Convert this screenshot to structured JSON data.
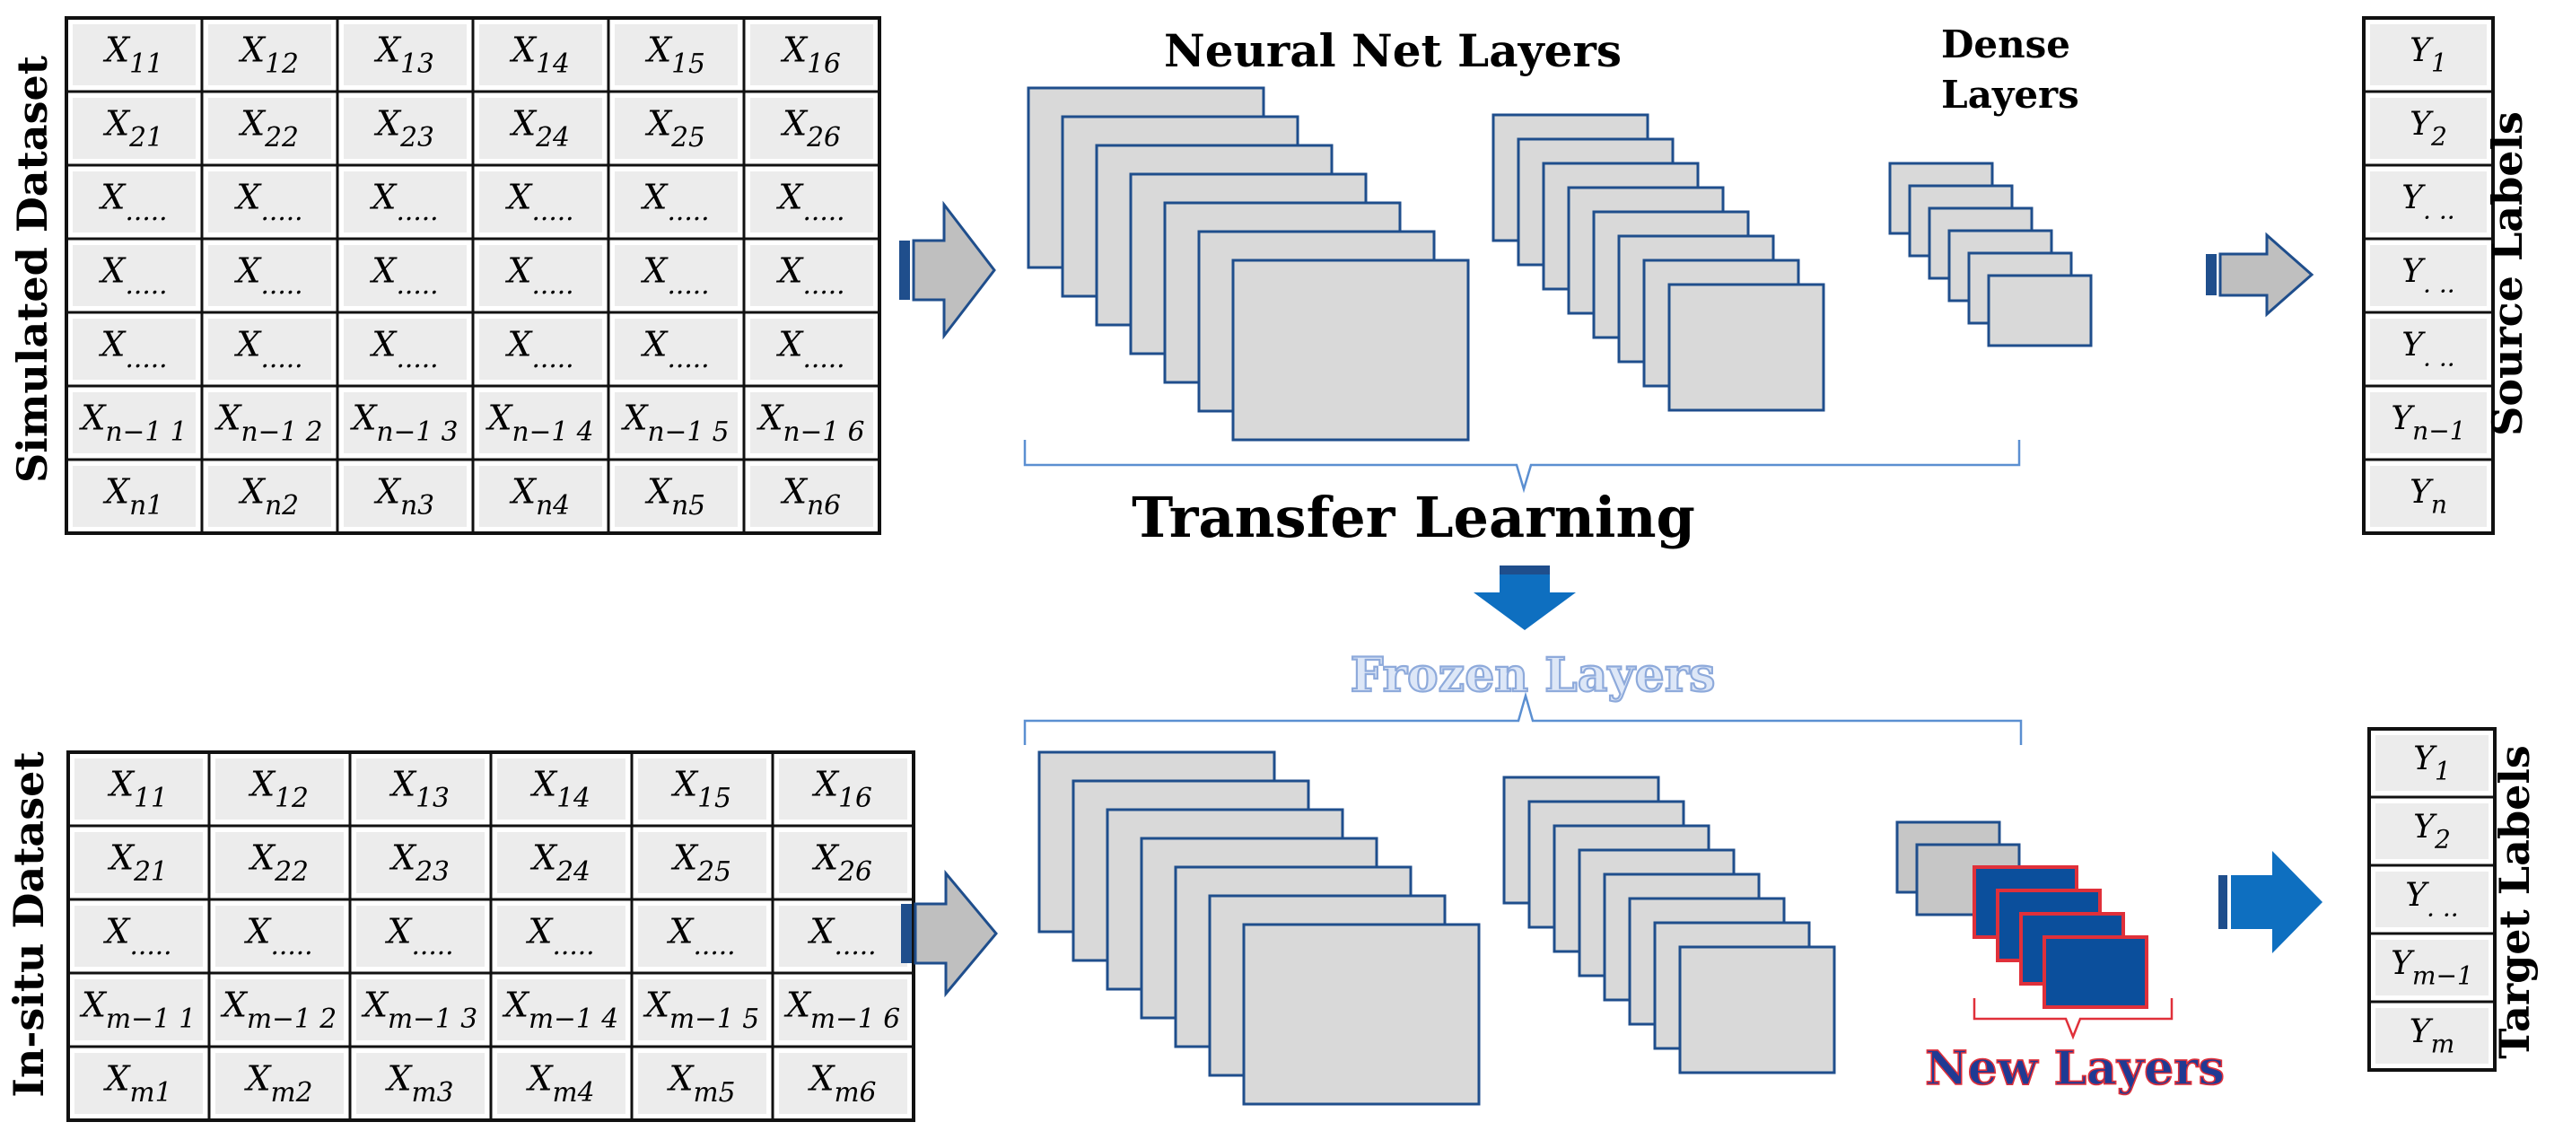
{
  "top": {
    "dataset_label": "Simulated Dataset",
    "labels_title": "Source Labels",
    "header_neural": "Neural Net Layers",
    "header_dense": [
      "Dense",
      "Layers"
    ],
    "matrix": {
      "rows": [
        {
          "base": "X",
          "subs": [
            "11",
            "12",
            "13",
            "14",
            "15",
            "16"
          ]
        },
        {
          "base": "X",
          "subs": [
            "21",
            "22",
            "23",
            "24",
            "25",
            "26"
          ]
        },
        {
          "base": "X",
          "subs": [
            ".....",
            ".....",
            ".....",
            ".....",
            ".....",
            "....."
          ]
        },
        {
          "base": "X",
          "subs": [
            ".....",
            ".....",
            ".....",
            ".....",
            ".....",
            "....."
          ]
        },
        {
          "base": "X",
          "subs": [
            ".....",
            ".....",
            ".....",
            ".....",
            ".....",
            "....."
          ]
        },
        {
          "base": "X",
          "subs": [
            "n−1 1",
            "n−1 2",
            "n−1 3",
            "n−1 4",
            "n−1 5",
            "n−1 6"
          ]
        },
        {
          "base": "X",
          "subs": [
            "n1",
            "n2",
            "n3",
            "n4",
            "n5",
            "n6"
          ]
        }
      ]
    },
    "labels": [
      {
        "base": "Y",
        "sub": "1"
      },
      {
        "base": "Y",
        "sub": "2"
      },
      {
        "base": "Y",
        "sub": ". .."
      },
      {
        "base": "Y",
        "sub": ". .."
      },
      {
        "base": "Y",
        "sub": ". .."
      },
      {
        "base": "Y",
        "sub": "n−1"
      },
      {
        "base": "Y",
        "sub": "n"
      }
    ]
  },
  "transfer_label": "Transfer Learning",
  "frozen_label": "Frozen Layers",
  "new_layers_label": "New Layers",
  "bottom": {
    "dataset_label": "In-situ Dataset",
    "labels_title": "Target Labels",
    "matrix": {
      "rows": [
        {
          "base": "X",
          "subs": [
            "11",
            "12",
            "13",
            "14",
            "15",
            "16"
          ]
        },
        {
          "base": "X",
          "subs": [
            "21",
            "22",
            "23",
            "24",
            "25",
            "26"
          ]
        },
        {
          "base": "X",
          "subs": [
            ".....",
            ".....",
            ".....",
            ".....",
            ".....",
            "....."
          ]
        },
        {
          "base": "X",
          "subs": [
            "m−1 1",
            "m−1 2",
            "m−1 3",
            "m−1 4",
            "m−1 5",
            "m−1 6"
          ]
        },
        {
          "base": "X",
          "subs": [
            "m1",
            "m2",
            "m3",
            "m4",
            "m5",
            "m6"
          ]
        }
      ]
    },
    "labels": [
      {
        "base": "Y",
        "sub": "1"
      },
      {
        "base": "Y",
        "sub": "2"
      },
      {
        "base": "Y",
        "sub": ". .."
      },
      {
        "base": "Y",
        "sub": "m−1"
      },
      {
        "base": "Y",
        "sub": "m"
      }
    ]
  },
  "colors": {
    "layer_fill": "#d9d9d9",
    "layer_stroke": "#1f4e8c",
    "new_layer_fill": "#0b4f9c",
    "new_layer_stroke": "#e0303a",
    "gray_arrow": "#bfbfbf",
    "blue_arrow": "#0e6fc0",
    "frozen_text": "#8eaadb",
    "new_text": "#1f3a93",
    "new_text_outline": "#e0303a"
  }
}
